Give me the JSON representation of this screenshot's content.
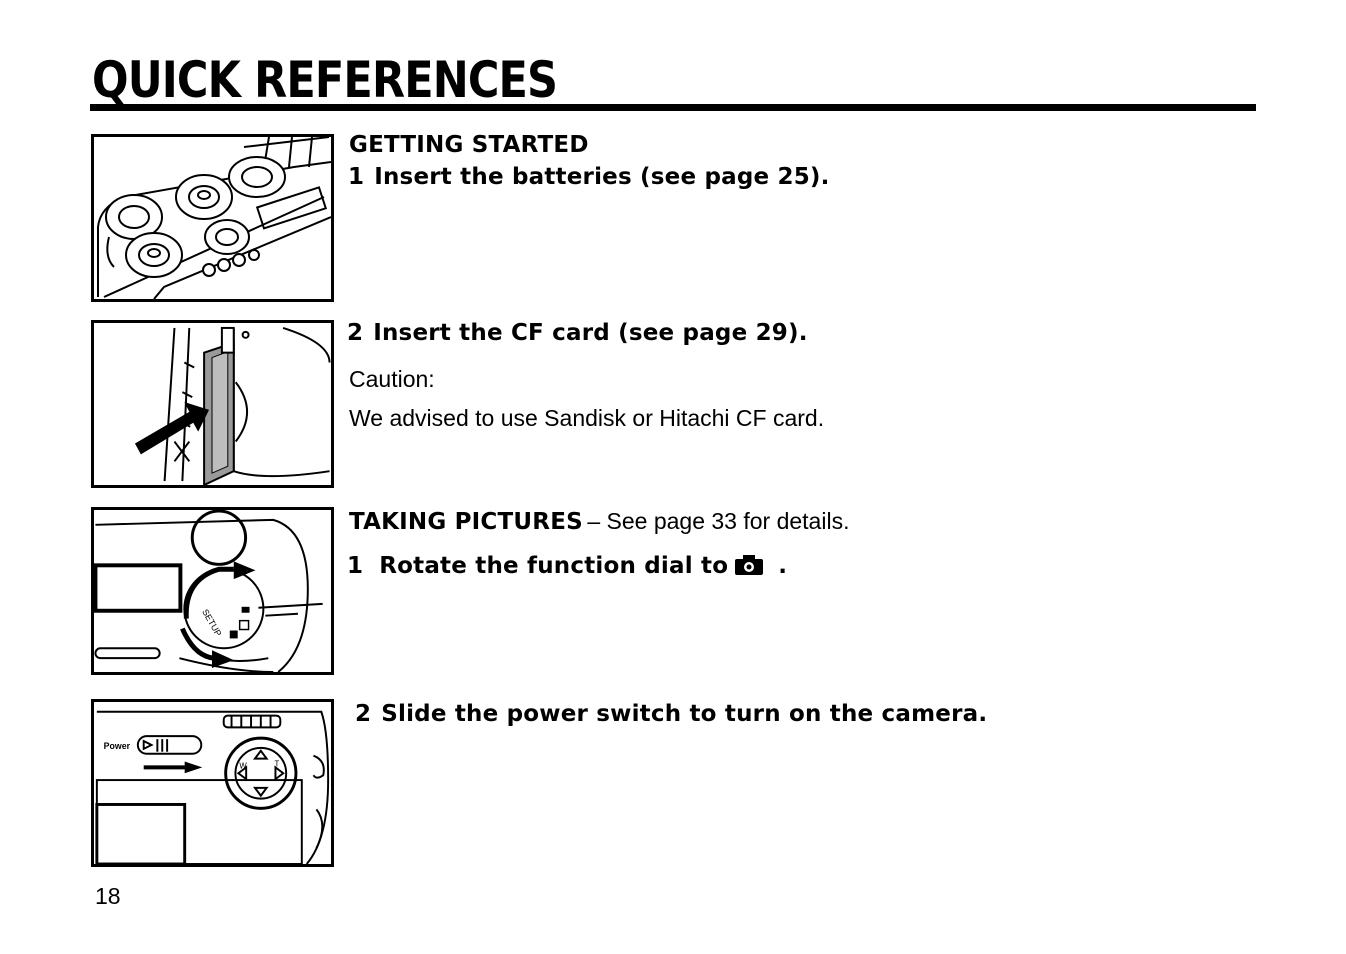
{
  "page": {
    "title": "QUICK REFERENCES",
    "page_number": "18"
  },
  "getting_started": {
    "heading": "GETTING STARTED",
    "step1_num": "1",
    "step1_text": "Insert the batteries (see page 25).",
    "step2_num": "2",
    "step2_text": "Insert the CF card (see page 29).",
    "caution_label": "Caution:",
    "caution_text": "We advised to use Sandisk or Hitachi CF card."
  },
  "taking_pictures": {
    "heading": "TAKING PICTURES",
    "heading_suffix": "– See page 33 for details.",
    "step1_num": "1",
    "step1_text": "Rotate the function dial to",
    "step1_icon": "camera-icon",
    "step1_end": ".",
    "step2_num": "2",
    "step2_text": "Slide the power switch to turn on the camera."
  },
  "figures": {
    "dial_label": "SETUP",
    "power_label": "Power",
    "zoom_wide": "W",
    "zoom_tele": "T"
  }
}
